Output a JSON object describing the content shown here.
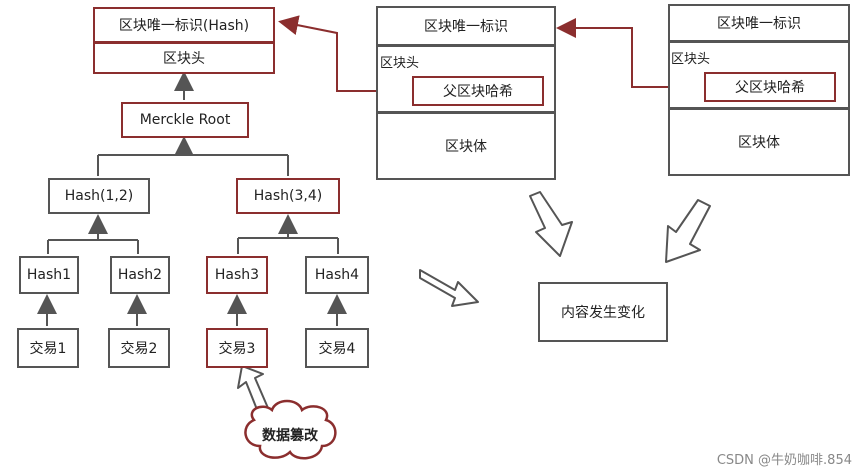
{
  "left_block": {
    "hash_label": "区块唯一标识(Hash)",
    "header_label": "区块头",
    "merkle_root": "Merckle Root",
    "hash12": "Hash(1,2)",
    "hash34": "Hash(3,4)",
    "hashes": [
      "Hash1",
      "Hash2",
      "Hash3",
      "Hash4"
    ],
    "transactions": [
      "交易1",
      "交易2",
      "交易3",
      "交易4"
    ],
    "tamper_label": "数据篡改"
  },
  "middle_block": {
    "hash_label": "区块唯一标识",
    "header_label": "区块头",
    "parent_hash": "父区块哈希",
    "body_label": "区块体"
  },
  "right_block": {
    "hash_label": "区块唯一标识",
    "header_label": "区块头",
    "parent_hash": "父区块哈希",
    "body_label": "区块体"
  },
  "result_label": "内容发生变化",
  "watermark": "CSDN @牛奶咖啡.854",
  "colors": {
    "accent": "#8b2e2e",
    "line": "#555555"
  }
}
